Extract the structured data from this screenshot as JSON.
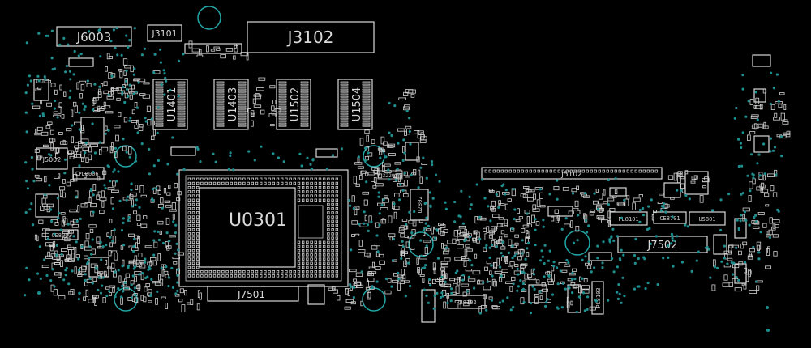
{
  "board": {
    "labels": {
      "j6003": "J6003",
      "j3101": "J3101",
      "j3102": "J3102",
      "u1401": "U1401",
      "u1403": "U1403",
      "u1502": "U1502",
      "u1504": "U1504",
      "u0301": "U0301",
      "j7501": "J7501",
      "j5102": "J5102",
      "j7502": "J7502",
      "j5002": "J5002",
      "pl8006": "PL8006",
      "ce8003": "CE8003",
      "pl8101": "PL8101",
      "ce8701": "CE8701",
      "u5801": "U5801",
      "pl8202": "PL8202",
      "pl8103": "PL8103",
      "u2802": "U2802",
      "x2201": "X2201"
    }
  }
}
